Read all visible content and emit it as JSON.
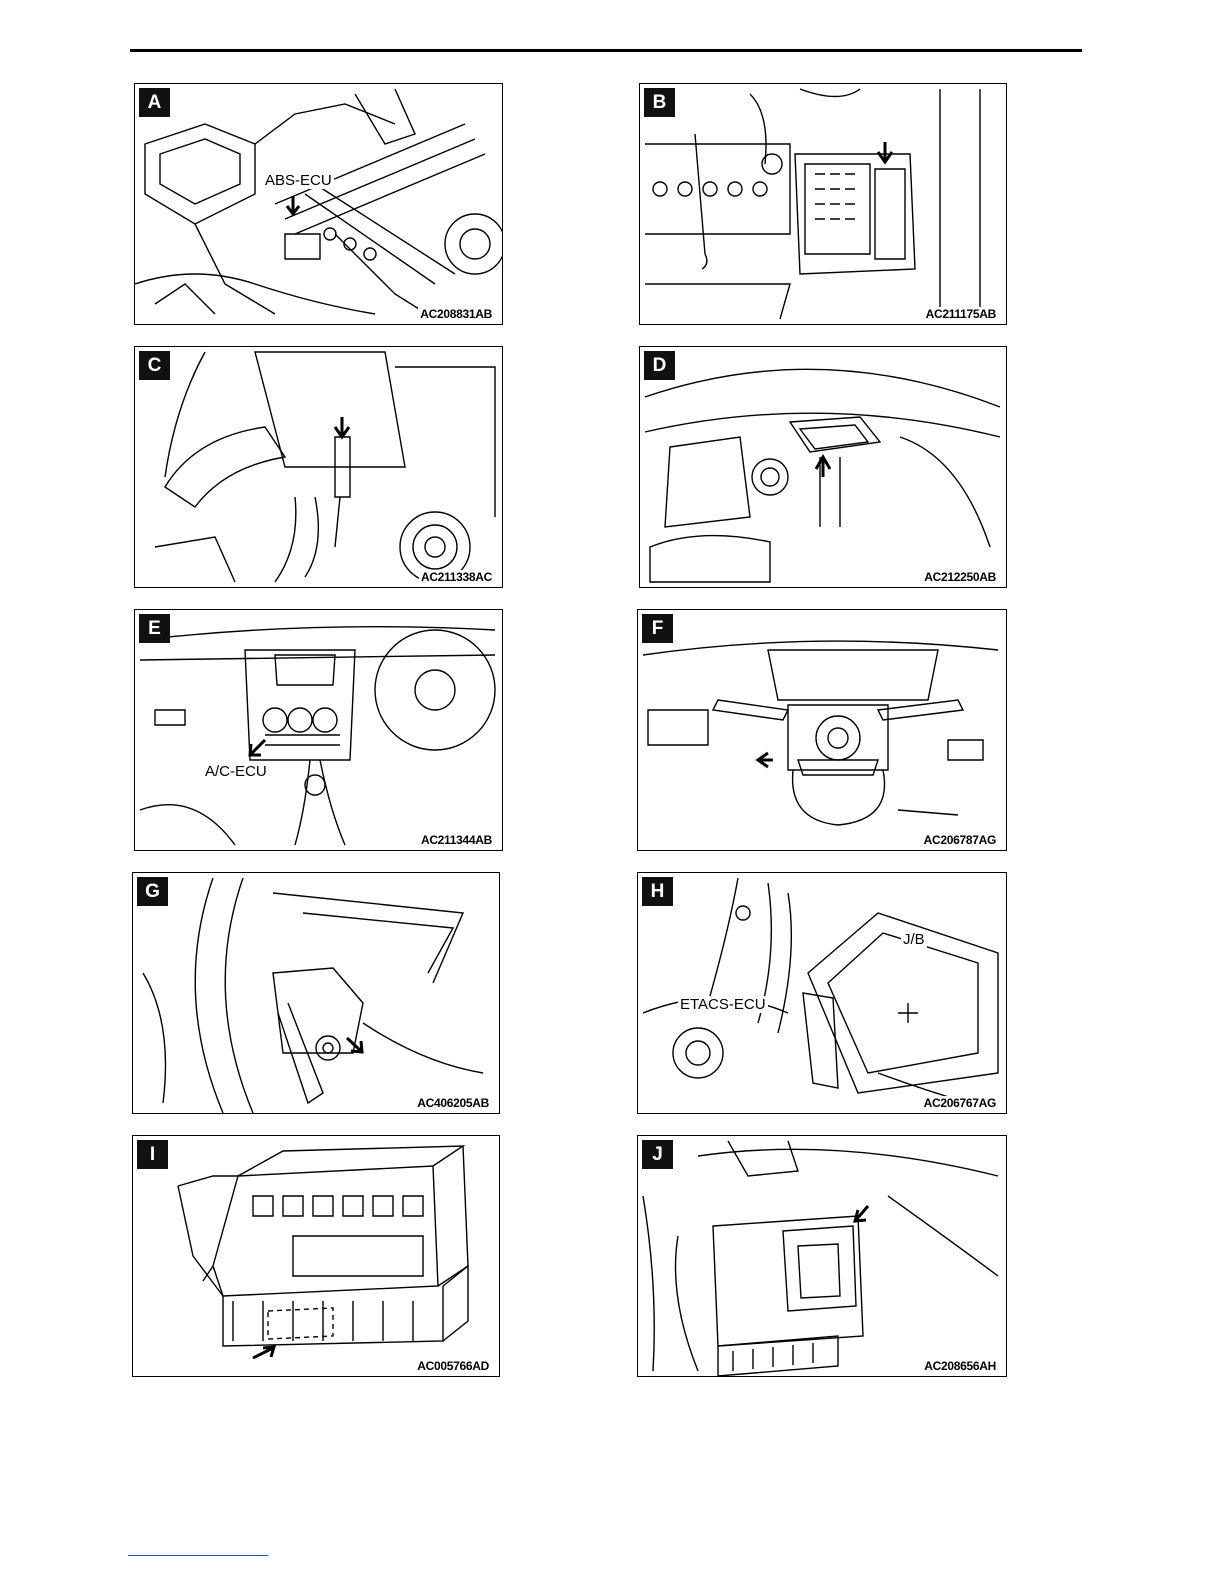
{
  "panels": [
    {
      "letter": "A",
      "code": "AC208831AB",
      "callout": "ABS-ECU"
    },
    {
      "letter": "B",
      "code": "AC211175AB"
    },
    {
      "letter": "C",
      "code": "AC211338AC"
    },
    {
      "letter": "D",
      "code": "AC212250AB"
    },
    {
      "letter": "E",
      "code": "AC211344AB",
      "callout": "A/C-ECU"
    },
    {
      "letter": "F",
      "code": "AC206787AG"
    },
    {
      "letter": "G",
      "code": "AC406205AB"
    },
    {
      "letter": "H",
      "code": "AC206767AG",
      "callout": "ETACS-ECU",
      "callout2": "J/B"
    },
    {
      "letter": "I",
      "code": "AC005766AD"
    },
    {
      "letter": "J",
      "code": "AC208656AH"
    }
  ],
  "colors": {
    "ink": "#000000",
    "paper": "#ffffff",
    "footer_rule": "#1f4fbf"
  }
}
